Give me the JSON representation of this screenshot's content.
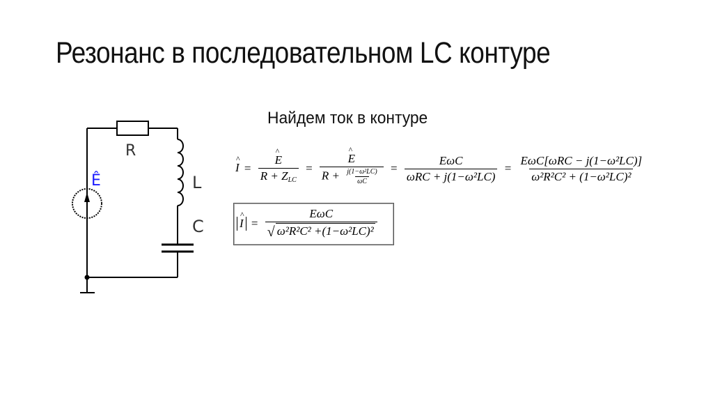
{
  "slide": {
    "title": "Резонанс в последовательном LC контуре",
    "subtitle": "Найдем ток в контуре"
  },
  "circuit": {
    "labels": {
      "resistor": "R",
      "inductor": "L",
      "capacitor": "C",
      "source": "Ê"
    },
    "source_label_color": "#1a1aff",
    "wire_color": "#000000"
  },
  "equations": {
    "current_full": "Î = Ê/(R + Z_LC) = Ê/(R + j(1−ω²LC)/(ωC)) = ÊωC/(ωRC + j(1−ω²LC)) = ÊωC[ωRC − j(1−ω²LC)]/(ω²R²C² + (1−ω²LC)²)",
    "current_magnitude": "|Î| = EωC/√(ω²R²C² + (1−ω²LC)²)",
    "parts": {
      "lhs": "I",
      "eq": "=",
      "num1": "E",
      "den1_a": "R + Z",
      "den1_sub": "LC",
      "num2": "E",
      "den2_a": "R +",
      "den2_frac_num": "j(1−ω²LC)",
      "den2_frac_den": "ωC",
      "num3": "EωC",
      "den3": "ωRC + j(1−ω²LC)",
      "num4": "EωC[ωRC − j(1−ω²LC)]",
      "den4": "ω²R²C² + (1−ω²LC)²",
      "abs_lhs": "I",
      "num5": "EωC",
      "den5": "ω²R²C² +(1−ω²LC)²"
    }
  }
}
